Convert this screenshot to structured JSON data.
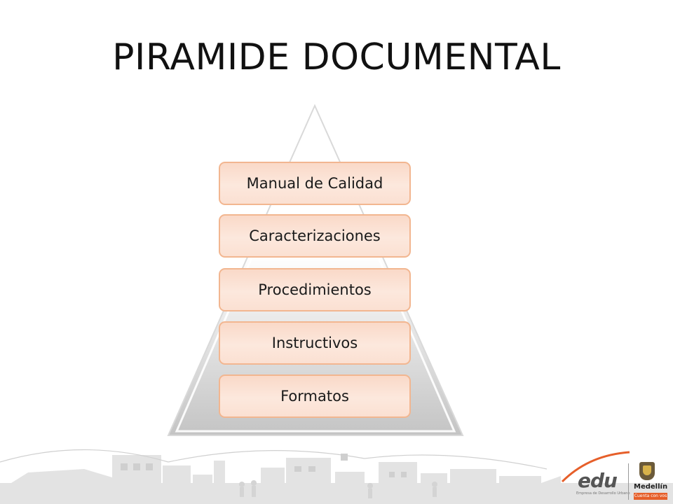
{
  "title": "PIRAMIDE DOCUMENTAL",
  "levels": [
    {
      "label": "Manual de Calidad"
    },
    {
      "label": "Caracterizaciones"
    },
    {
      "label": "Procedimientos"
    },
    {
      "label": "Instructivos"
    },
    {
      "label": "Formatos"
    }
  ],
  "logos": {
    "edu": {
      "mark_prefix": "ed",
      "mark_suffix": "u",
      "subtitle": "Empresa de Desarrollo Urbano"
    },
    "medellin": {
      "name": "Medellín",
      "tagline": "Cuenta con vos",
      "icon": "medellin-crest-icon"
    }
  },
  "colors": {
    "level_fill": "#fce3d5",
    "level_border": "#f2b690",
    "pyramid_top": "#ffffff",
    "pyramid_bottom": "#c9c9c9",
    "accent_orange": "#e65f2a"
  }
}
